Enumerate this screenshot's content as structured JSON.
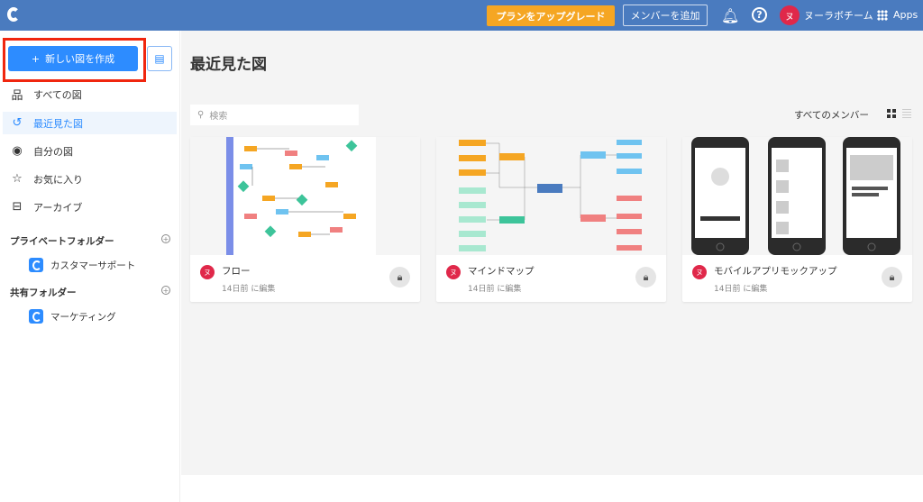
{
  "header": {
    "upgrade_label": "プランをアップグレード",
    "add_member_label": "メンバーを追加",
    "team_avatar": "ヌ",
    "team_name": "ヌーラボチーム",
    "apps_label": "Apps"
  },
  "sidebar": {
    "new_label": "新しい図を作成",
    "items": [
      {
        "label": "すべての図",
        "icon": "sitemap-icon"
      },
      {
        "label": "最近見た図",
        "icon": "history-icon"
      },
      {
        "label": "自分の図",
        "icon": "user-icon"
      },
      {
        "label": "お気に入り",
        "icon": "star-icon"
      },
      {
        "label": "アーカイブ",
        "icon": "archive-icon"
      }
    ],
    "private_title": "プライベートフォルダー",
    "private_folders": [
      "カスタマーサポート"
    ],
    "shared_title": "共有フォルダー",
    "shared_folders": [
      "マーケティング"
    ]
  },
  "main": {
    "title": "最近見た図",
    "search_placeholder": "検索",
    "member_filter": "すべてのメンバー",
    "cards": [
      {
        "name": "フロー",
        "edited": "14日前 に編集",
        "avatar": "ヌ"
      },
      {
        "name": "マインドマップ",
        "edited": "14日前 に編集",
        "avatar": "ヌ"
      },
      {
        "name": "モバイルアプリモックアップ",
        "edited": "14日前 に編集",
        "avatar": "ヌ"
      }
    ]
  },
  "colors": {
    "header": "#4a7bbf",
    "accent": "#2d8cff",
    "upgrade": "#f5a623",
    "avatar": "#e0284a"
  }
}
